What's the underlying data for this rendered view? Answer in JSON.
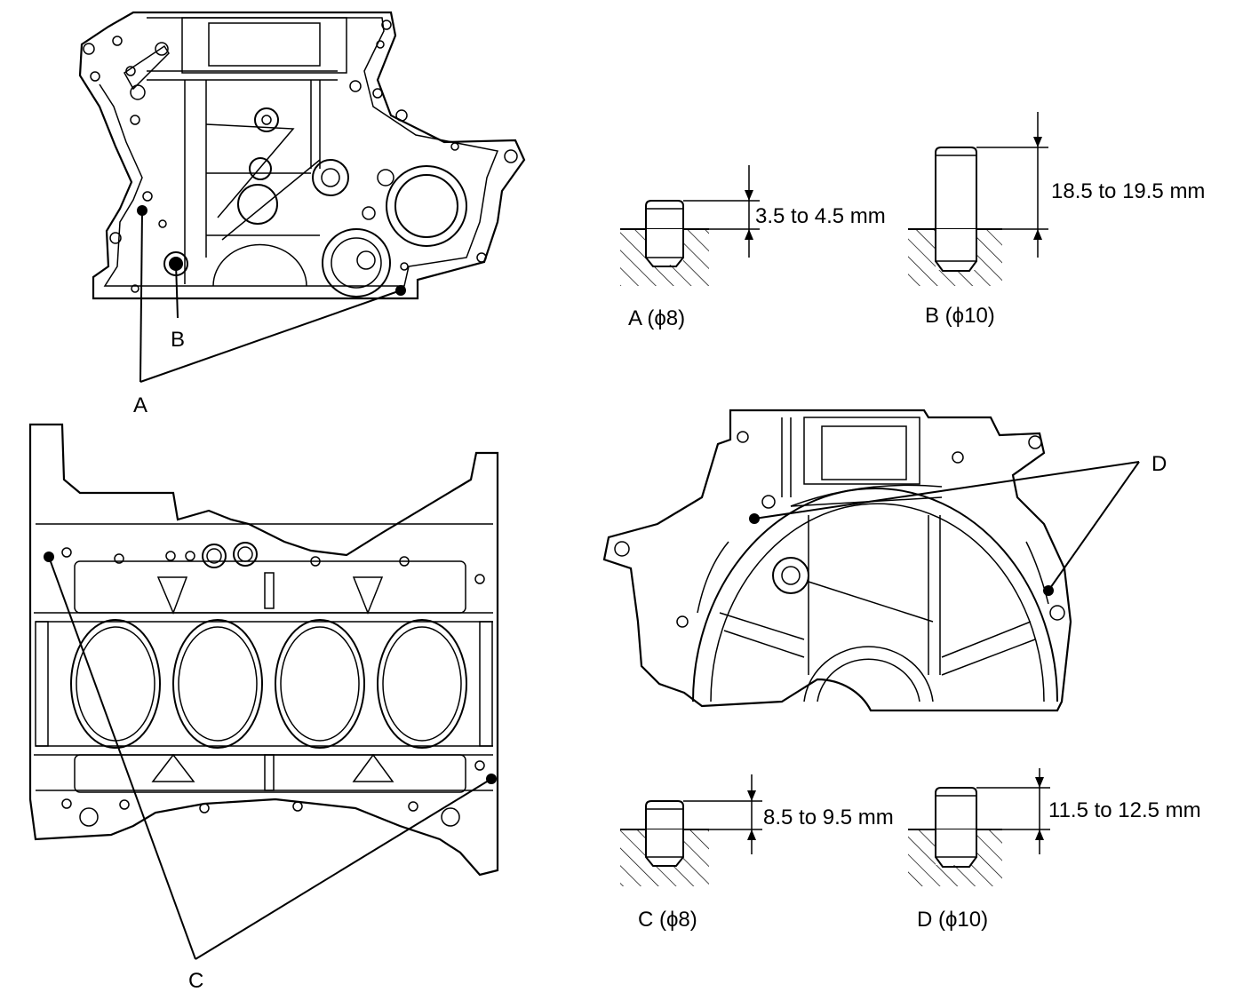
{
  "labels": {
    "a": "A",
    "b": "B",
    "c": "C",
    "d": "D"
  },
  "pins": {
    "a": {
      "caption": "A (ϕ8)",
      "dimension": "3.5 to 4.5 mm"
    },
    "b": {
      "caption": "B (ϕ10)",
      "dimension": "18.5 to 19.5 mm"
    },
    "c": {
      "caption": "C (ϕ8)",
      "dimension": "8.5 to 9.5 mm"
    },
    "d": {
      "caption": "D (ϕ10)",
      "dimension": "11.5 to 12.5 mm"
    }
  }
}
